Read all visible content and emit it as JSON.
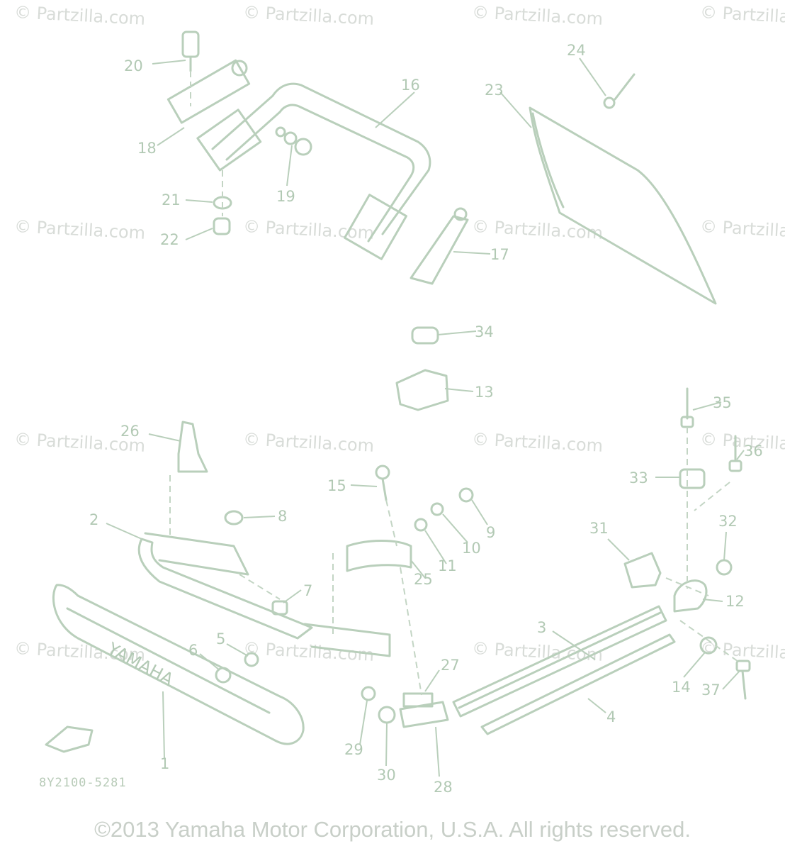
{
  "watermark": "© Partzilla.com",
  "diagram_ref": "8Y2100-5281",
  "copyright": "©2013 Yamaha Motor Corporation, U.S.A. All rights reserved.",
  "part_lettering": "YAMAHA",
  "callouts": [
    {
      "id": "c1",
      "label": "1"
    },
    {
      "id": "c2",
      "label": "2"
    },
    {
      "id": "c3",
      "label": "3"
    },
    {
      "id": "c4",
      "label": "4"
    },
    {
      "id": "c5",
      "label": "5"
    },
    {
      "id": "c6",
      "label": "6"
    },
    {
      "id": "c7",
      "label": "7"
    },
    {
      "id": "c8",
      "label": "8"
    },
    {
      "id": "c9",
      "label": "9"
    },
    {
      "id": "c10",
      "label": "10"
    },
    {
      "id": "c11",
      "label": "11"
    },
    {
      "id": "c12",
      "label": "12"
    },
    {
      "id": "c13",
      "label": "13"
    },
    {
      "id": "c14",
      "label": "14"
    },
    {
      "id": "c15",
      "label": "15"
    },
    {
      "id": "c16",
      "label": "16"
    },
    {
      "id": "c17",
      "label": "17"
    },
    {
      "id": "c18",
      "label": "18"
    },
    {
      "id": "c19",
      "label": "19"
    },
    {
      "id": "c20",
      "label": "20"
    },
    {
      "id": "c21",
      "label": "21"
    },
    {
      "id": "c22",
      "label": "22"
    },
    {
      "id": "c23",
      "label": "23"
    },
    {
      "id": "c24",
      "label": "24"
    },
    {
      "id": "c25",
      "label": "25"
    },
    {
      "id": "c26",
      "label": "26"
    },
    {
      "id": "c27",
      "label": "27"
    },
    {
      "id": "c28",
      "label": "28"
    },
    {
      "id": "c29",
      "label": "29"
    },
    {
      "id": "c30",
      "label": "30"
    },
    {
      "id": "c31",
      "label": "31"
    },
    {
      "id": "c32",
      "label": "32"
    },
    {
      "id": "c33",
      "label": "33"
    },
    {
      "id": "c34",
      "label": "34"
    },
    {
      "id": "c35",
      "label": "35"
    },
    {
      "id": "c36",
      "label": "36"
    },
    {
      "id": "c37",
      "label": "37"
    }
  ]
}
